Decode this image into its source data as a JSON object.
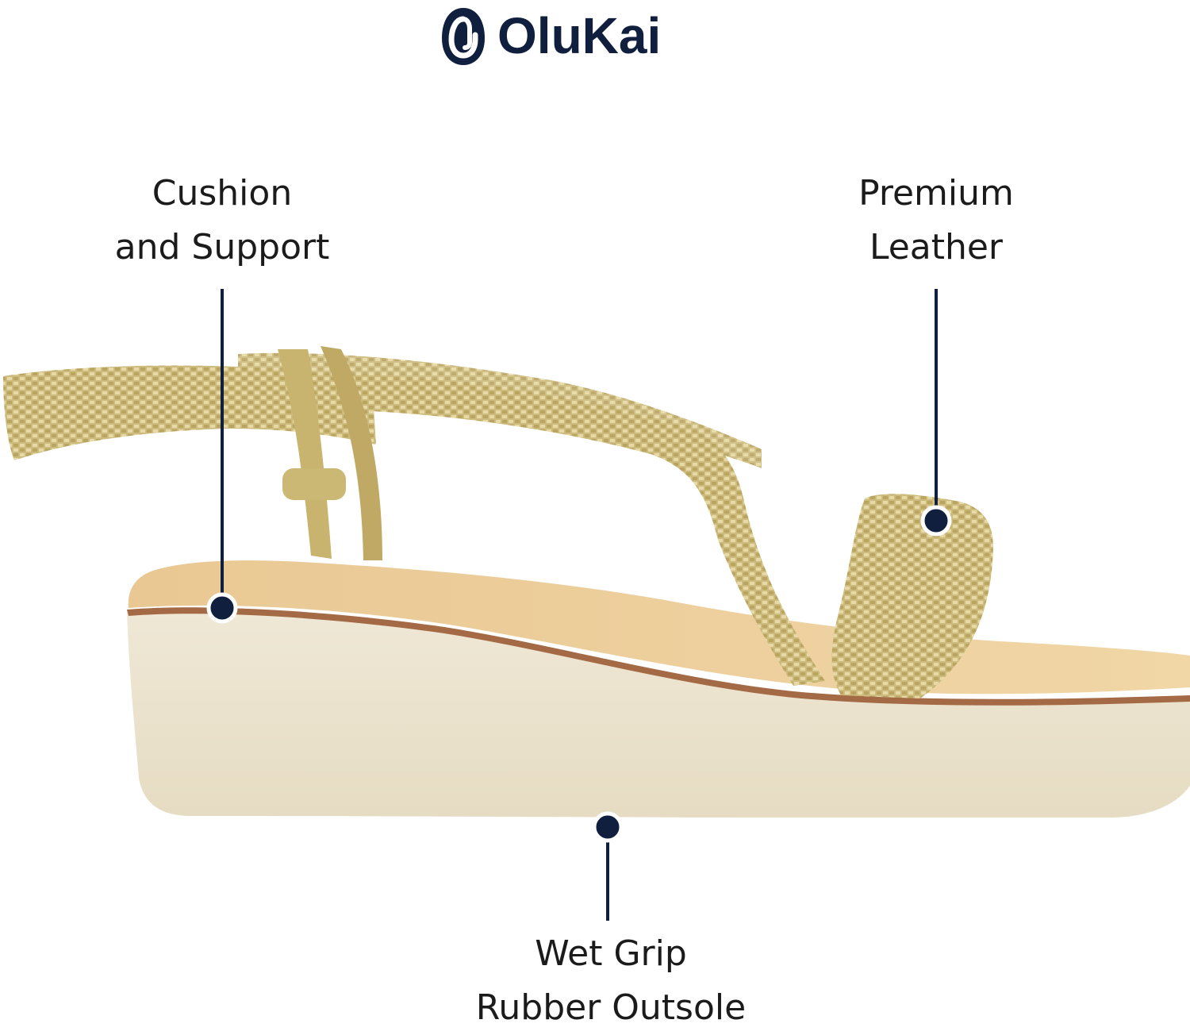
{
  "brand": {
    "name": "OluKai",
    "icon": "fishhook-logo-icon",
    "color": "#0f1f3d"
  },
  "product": {
    "image": "sandal-image",
    "strap_color": "#c9b77a",
    "footbed_color": "#e6c594",
    "sole_color": "#ece4cf"
  },
  "callouts": {
    "cushion": {
      "line1": "Cushion",
      "line2": "and Support"
    },
    "leather": {
      "line1": "Premium",
      "line2": "Leather"
    },
    "outsole": {
      "line1": "Wet Grip",
      "line2": "Rubber Outsole"
    }
  }
}
